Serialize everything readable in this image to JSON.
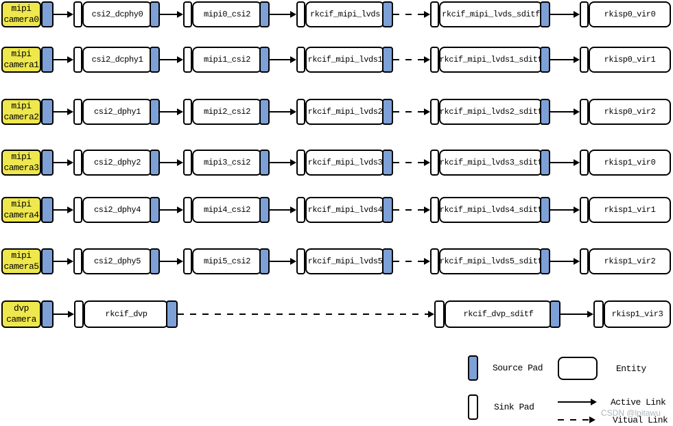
{
  "colors": {
    "source_pad": "#7DA0D7",
    "sink_pad": "#FFFFFF",
    "camera_fill": "#EEE74D",
    "entity_fill": "#FFFFFF",
    "line": "#000000"
  },
  "rows": [
    {
      "camera": {
        "line1": "mipi",
        "line2": "camera0"
      },
      "entities": [
        "csi2_dcphy0",
        "mipi0_csi2",
        "rkcif_mipi_lvds",
        "rkcif_mipi_lvds_sditf",
        "rkisp0_vir0"
      ]
    },
    {
      "camera": {
        "line1": "mipi",
        "line2": "camera1"
      },
      "entities": [
        "csi2_dcphy1",
        "mipi1_csi2",
        "rkcif_mipi_lvds1",
        "rkcif_mipi_lvds1_sditf",
        "rkisp0_vir1"
      ]
    },
    {
      "camera": {
        "line1": "mipi",
        "line2": "camera2"
      },
      "entities": [
        "csi2_dphy1",
        "mipi2_csi2",
        "rkcif_mipi_lvds2",
        "rkcif_mipi_lvds2_sditf",
        "rkisp0_vir2"
      ]
    },
    {
      "camera": {
        "line1": "mipi",
        "line2": "camera3"
      },
      "entities": [
        "csi2_dphy2",
        "mipi3_csi2",
        "rkcif_mipi_lvds3",
        "rkcif_mipi_lvds3_sditf",
        "rkisp1_vir0"
      ]
    },
    {
      "camera": {
        "line1": "mipi",
        "line2": "camera4"
      },
      "entities": [
        "csi2_dphy4",
        "mipi4_csi2",
        "rkcif_mipi_lvds4",
        "rkcif_mipi_lvds4_sditf",
        "rkisp1_vir1"
      ]
    },
    {
      "camera": {
        "line1": "mipi",
        "line2": "camera5"
      },
      "entities": [
        "csi2_dphy5",
        "mipi5_csi2",
        "rkcif_mipi_lvds5",
        "rkcif_mipi_lvds5_sditf",
        "rkisp1_vir2"
      ]
    },
    {
      "camera": {
        "line1": "dvp",
        "line2": "camera"
      },
      "entities": [
        "rkcif_dvp",
        "rkcif_dvp_sditf",
        "rkisp1_vir3"
      ]
    }
  ],
  "legend": {
    "source_pad": "Source Pad",
    "entity": "Entity",
    "sink_pad": "Sink Pad",
    "active_link": "Active Link",
    "virtual_link": "Vitual Link"
  },
  "watermark": "CSDN @lpitawu"
}
